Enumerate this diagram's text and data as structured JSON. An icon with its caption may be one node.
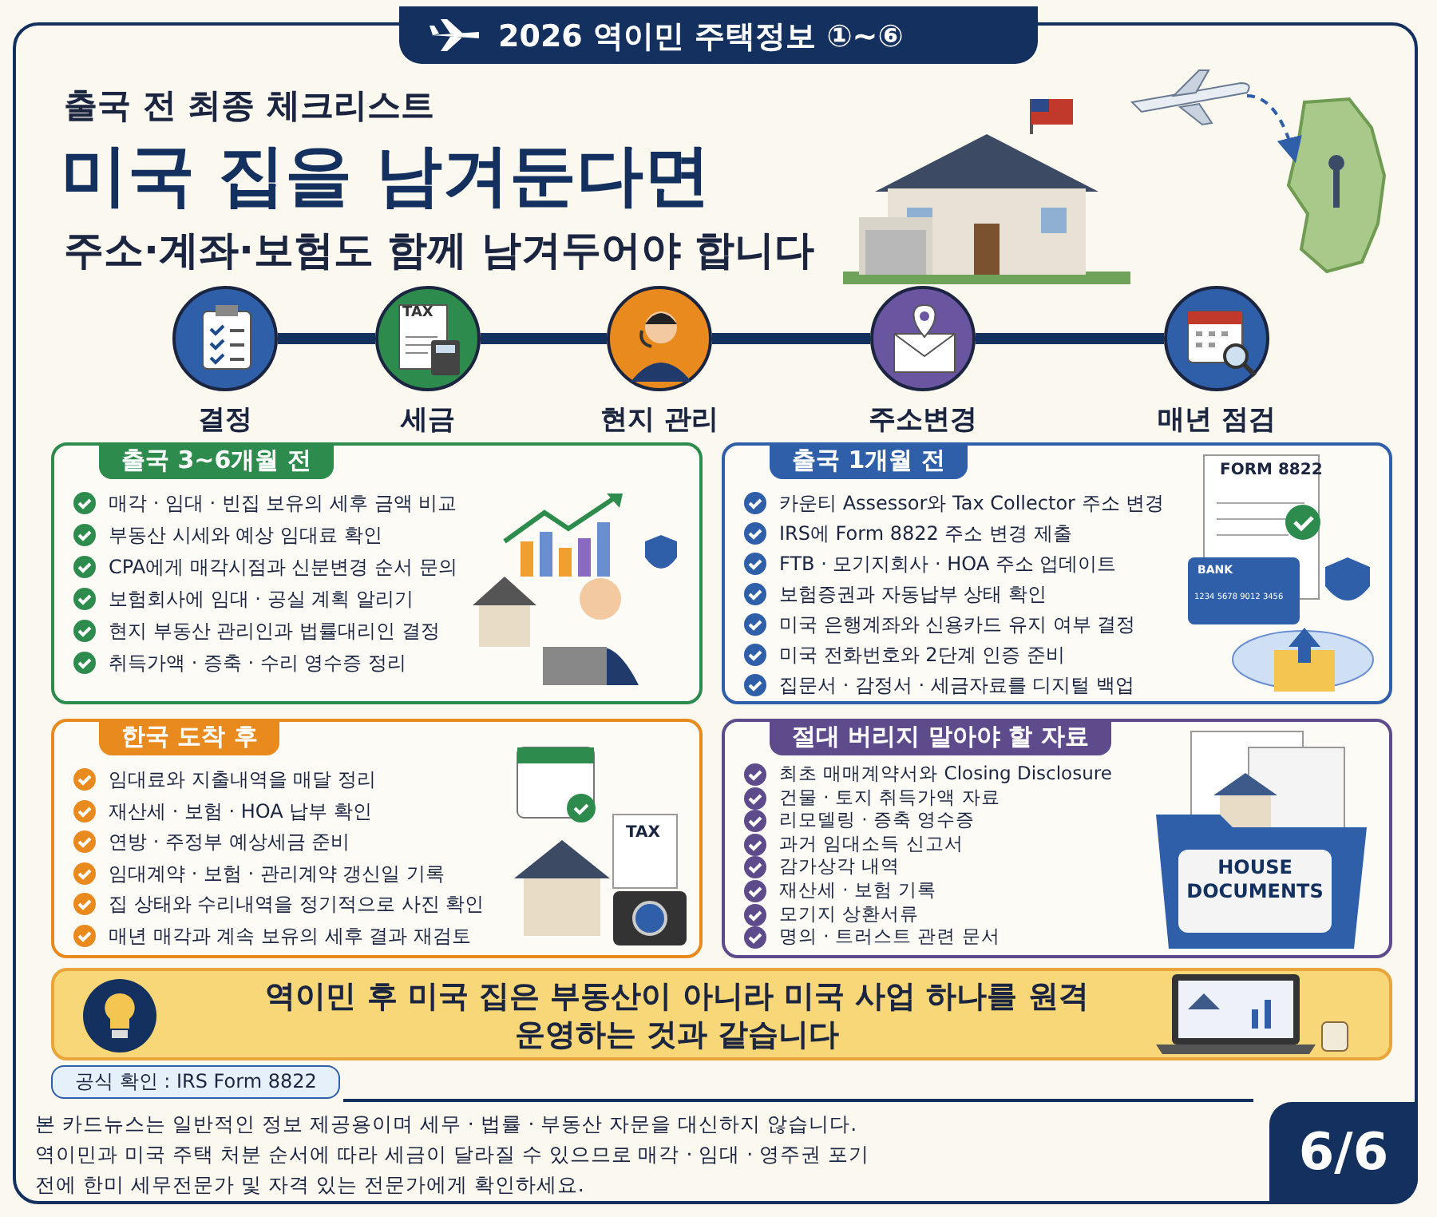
{
  "diagram": {
    "title": "미국 집을 남겨둔다면",
    "nodes": [
      {
        "text": [
          "2026 역이민 주택정보 ①~⑥"
        ]
      },
      {
        "text": [
          "결정"
        ]
      },
      {
        "text": [
          "세금"
        ]
      },
      {
        "text": [
          "현지 관리"
        ]
      },
      {
        "text": [
          "주소변경"
        ]
      },
      {
        "text": [
          "매년 점검"
        ]
      },
      {
        "text": [
          "출국 3~6개월 전",
          "매각 · 임대 · 빈집 보유의 세후 금액 비교",
          "부동산 시세와 예상 임대료 확인",
          "CPA에게 매각시점과 신분변경 순서 문의",
          "보험회사에 임대 · 공실 계획 알리기",
          "현지 부동산 관리인과 법률대리인 결정",
          "취득가액 · 증축 · 수리 영수증 정리"
        ]
      },
      {
        "text": [
          "출국 1개월 전",
          "카운티 Assessor와 Tax Collector 주소 변경",
          "IRS에 Form 8822 주소 변경 제출",
          "FTB · 모기지회사 · HOA 주소 업데이트",
          "보험증권과 자동납부 상태 확인",
          "미국 은행계좌와 신용카드 유지 여부 결정",
          "미국 전화번호와 2단계 인증 준비",
          "집문서 · 감정서 · 세금자료를 디지털 백업"
        ]
      },
      {
        "text": [
          "한국 도착 후",
          "임대료와 지출내역을 매달 정리",
          "재산세 · 보험 · HOA 납부 확인",
          "연방 · 주정부 예상세금 준비",
          "임대계약 · 보험 · 관리계약 갱신일 기록",
          "집 상태와 수리내역을 정기적으로 사진 확인",
          "매년 매각과 계속 보유의 세후 결과 재검토"
        ]
      },
      {
        "text": [
          "절대 버리지 말아야 할 자료",
          "최초 매매계약서와 Closing Disclosure",
          "건물 · 토지 취득가액 자료",
          "리모델링 · 증축 영수증",
          "과거 임대소득 신고서",
          "감가상각 내역",
          "재산세 · 보험 기록",
          "모기지 상환서류",
          "명의 · 트러스트 관련 문서"
        ]
      },
      {
        "text": [
          "역이민 후 미국 집은 부동산이 아니라 미국 사업 하나를 원격 운영하는 것과 같습니다"
        ]
      },
      {
        "text": [
          "공식 확인 : IRS Form 8822"
        ]
      },
      {
        "text": [
          "6/6"
        ]
      },
      {
        "text": [],
        "shape": "picture"
      },
      {
        "text": [],
        "shape": "picture"
      }
    ],
    "edges": [
      {
        "from": 1,
        "to": 2,
        "arrow": "none"
      },
      {
        "from": 2,
        "to": 3,
        "arrow": "none"
      },
      {
        "from": 3,
        "to": 4,
        "arrow": "none"
      },
      {
        "from": 4,
        "to": 5,
        "arrow": "none"
      },
      {
        "from": 13,
        "to": 14,
        "arrow": "to",
        "style": "dashed"
      }
    ],
    "labels": [
      "출국 전 최종 체크리스트",
      "주소·계좌·보험도 함께 남겨두어야 합니다",
      "TAX",
      "FORM 8822",
      "BANK",
      "1234 5678 9012 3456",
      "TAX",
      "HOUSE DOCUMENTS",
      "본 카드뉴스는 일반적인 정보 제공용이며 세무 · 법률 · 부동산 자문을 대신하지 않습니다. 역이민과 미국 주택 처분 순서에 따라 세금이 달라질 수 있으므로 매각 · 임대 · 영주권 포기 전에 한미 세무전문가 및 자격 있는 전문가에게 확인하세요."
    ]
  }
}
